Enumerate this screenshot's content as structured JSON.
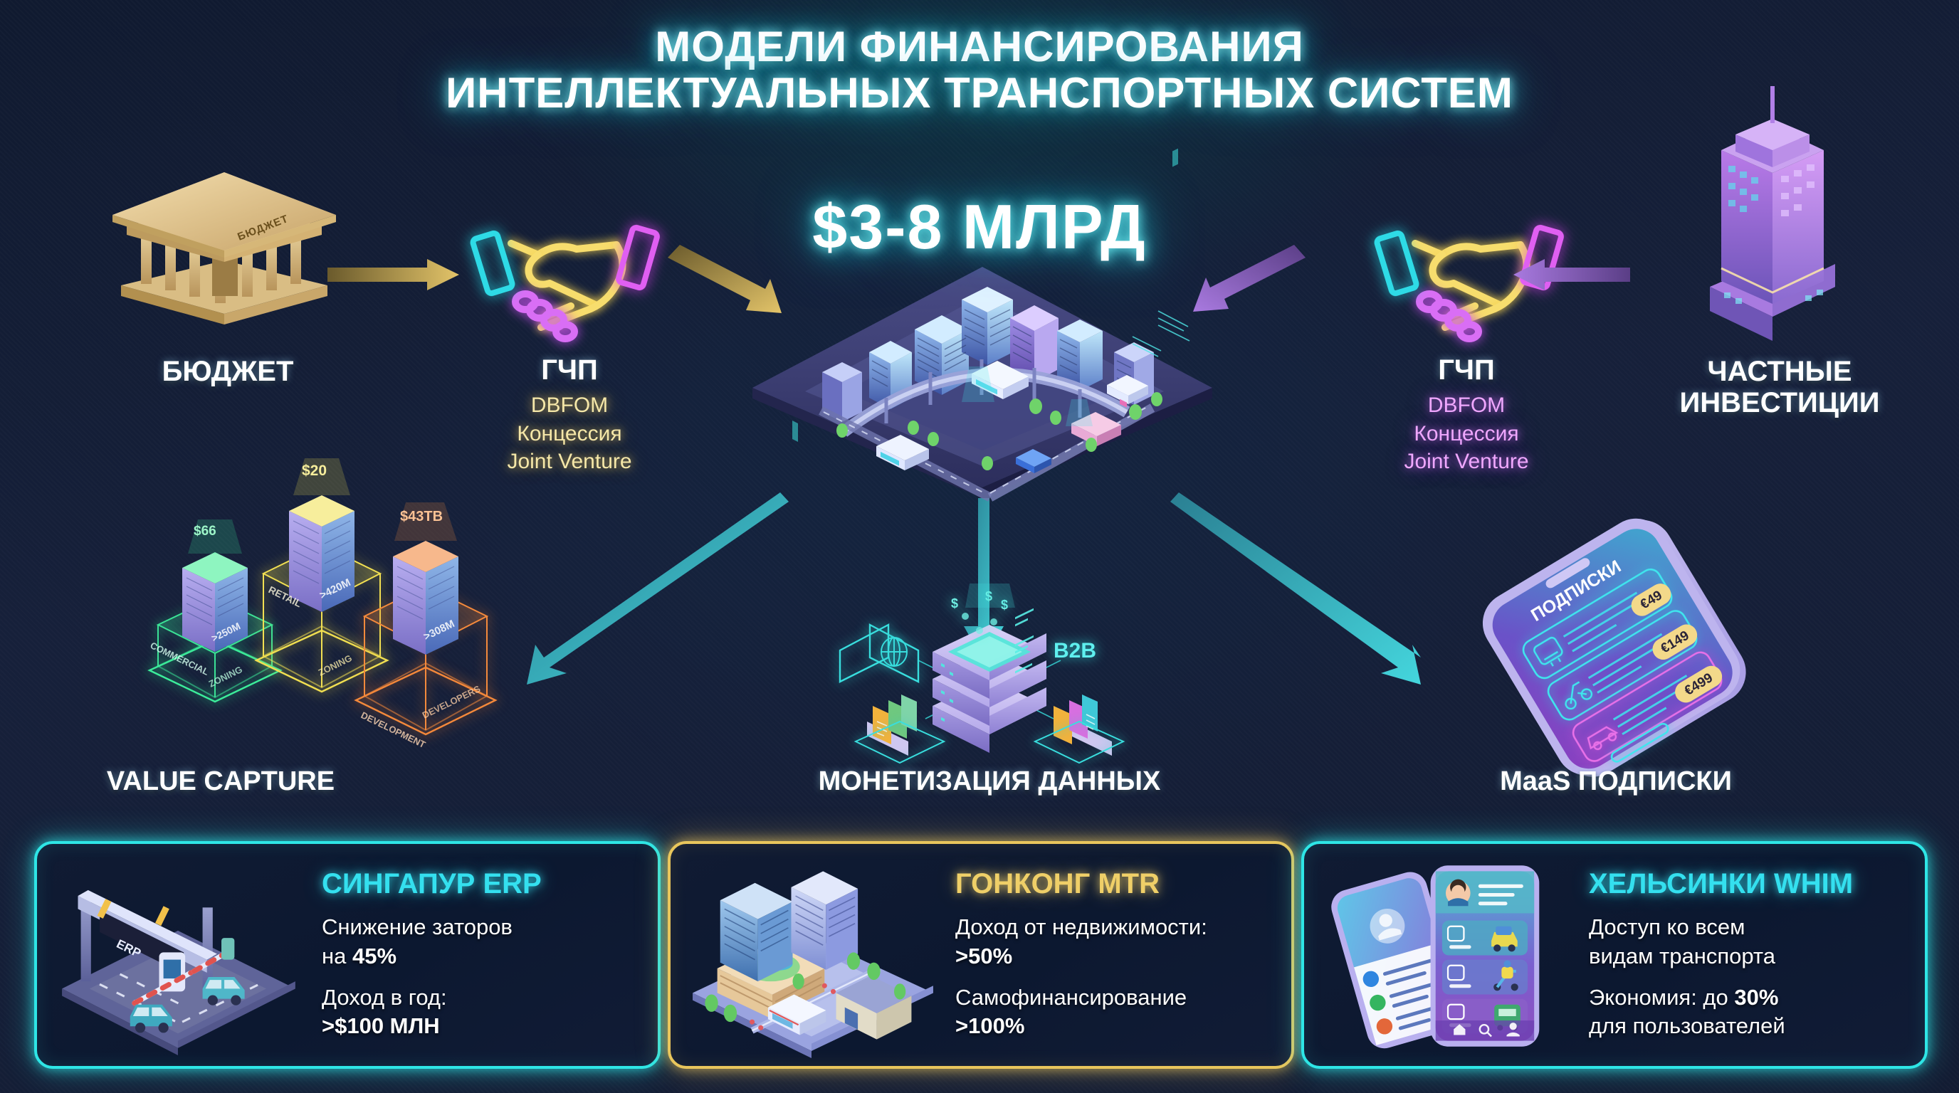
{
  "title": {
    "line1": "МОДЕЛИ ФИНАНСИРОВАНИЯ",
    "line2": "ИНТЕЛЛЕКТУАЛЬНЫХ ТРАНСПОРТНЫХ СИСТЕМ"
  },
  "hero": {
    "amount": "$3-8 МЛРД"
  },
  "sources": {
    "budget": {
      "label": "БЮДЖЕТ",
      "building_sign": "БЮДЖЕТ"
    },
    "private": {
      "label_line1": "ЧАСТНЫЕ",
      "label_line2": "ИНВЕСТИЦИИ"
    }
  },
  "ppp": {
    "left": {
      "title": "ГЧП",
      "items": [
        "DBFOM",
        "Концессия",
        "Joint Venture"
      ],
      "color": "#f5e7a8"
    },
    "right": {
      "title": "ГЧП",
      "items": [
        "DBFOM",
        "Концессия",
        "Joint Venture"
      ],
      "color": "#f0a8ff"
    }
  },
  "revenue_streams": [
    {
      "key": "value_capture",
      "label": "VALUE CAPTURE",
      "callouts": [
        "$66",
        "$20",
        "$43TB"
      ],
      "zone_tags": [
        "COMMERCIAL",
        ">250M",
        "ZONING",
        "RETAIL",
        ">420M",
        "ZONING",
        "DEVELOPMENT",
        ">308M",
        "DEVELOPERS"
      ]
    },
    {
      "key": "data_monetization",
      "label": "МОНЕТИЗАЦИЯ ДАННЫХ",
      "badges": [
        "B2B"
      ],
      "coin_symbols": [
        "$",
        "$",
        "$"
      ]
    },
    {
      "key": "maas",
      "label": "MaaS ПОДПИСКИ",
      "phone_header": "ПОДПИСКИ",
      "tiers": [
        {
          "icon": "tram-icon",
          "price": "€49"
        },
        {
          "icon": "scooter-icon",
          "price": "€149"
        },
        {
          "icon": "car-icon",
          "price": "€499"
        }
      ]
    }
  ],
  "cases": [
    {
      "id": "singapore-erp",
      "title": "СИНГАПУР ERP",
      "title_color": "#34e0ef",
      "border_color": "#2ee6e6",
      "art": "erp-gantry-icon",
      "art_sign": "ERP",
      "lines": [
        {
          "text": "Снижение заторов",
          "strong": ""
        },
        {
          "text": "на ",
          "strong": "45%"
        },
        {
          "text": "Доход в год:",
          "strong": ""
        },
        {
          "text": "",
          "strong": ">$100 МЛН"
        }
      ]
    },
    {
      "id": "hongkong-mtr",
      "title": "ГОНКОНГ MTR",
      "title_color": "#efcf68",
      "border_color": "#e9c65c",
      "art": "tod-district-icon",
      "lines": [
        {
          "text": "Доход от недвижимости:",
          "strong": ""
        },
        {
          "text": "",
          "strong": ">50%"
        },
        {
          "text": "Самофинансирование",
          "strong": ""
        },
        {
          "text": "",
          "strong": ">100%"
        }
      ]
    },
    {
      "id": "helsinki-whim",
      "title": "ХЕЛЬСИНКИ WHIM",
      "title_color": "#34e0ef",
      "border_color": "#2ee6e6",
      "art": "maas-phone-icon",
      "lines": [
        {
          "text": "Доступ ко всем",
          "strong": ""
        },
        {
          "text": "видам транспорта",
          "strong": ""
        },
        {
          "text": "Экономия: до ",
          "strong": "30%"
        },
        {
          "text": "для пользователей",
          "strong": ""
        }
      ]
    }
  ],
  "palette": {
    "background": "#16203a",
    "neon_cyan": "#2ee6e6",
    "neon_gold": "#e9c65c",
    "neon_magenta": "#f0a8ff",
    "arrow_cyan": "#3fc2cf",
    "arrow_gold": "#d8b45a",
    "arrow_purple": "#9b6fd4"
  }
}
